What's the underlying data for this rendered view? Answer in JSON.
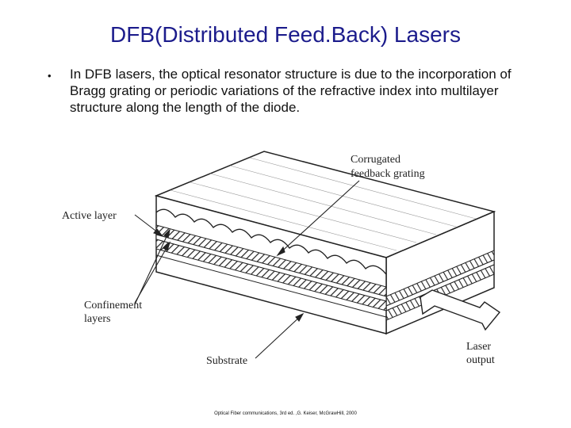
{
  "slide": {
    "title": "DFB(Distributed Feed.Back) Lasers",
    "bullet_symbol": "•",
    "bullet_text": "In DFB lasers, the optical resonator structure is due to the incorporation of Bragg grating or periodic variations of the refractive index into multilayer structure along the length of the diode.",
    "citation": "Optical Fiber communications, 3rd ed. ,G. Keiser, McGrawHill, 2000"
  },
  "diagram": {
    "labels": {
      "corrugated_line1": "Corrugated",
      "corrugated_line2": "feedback grating",
      "active_layer": "Active layer",
      "confinement_line1": "Confinement",
      "confinement_line2": "layers",
      "substrate": "Substrate",
      "laser_line1": "Laser",
      "laser_line2": "output"
    }
  }
}
